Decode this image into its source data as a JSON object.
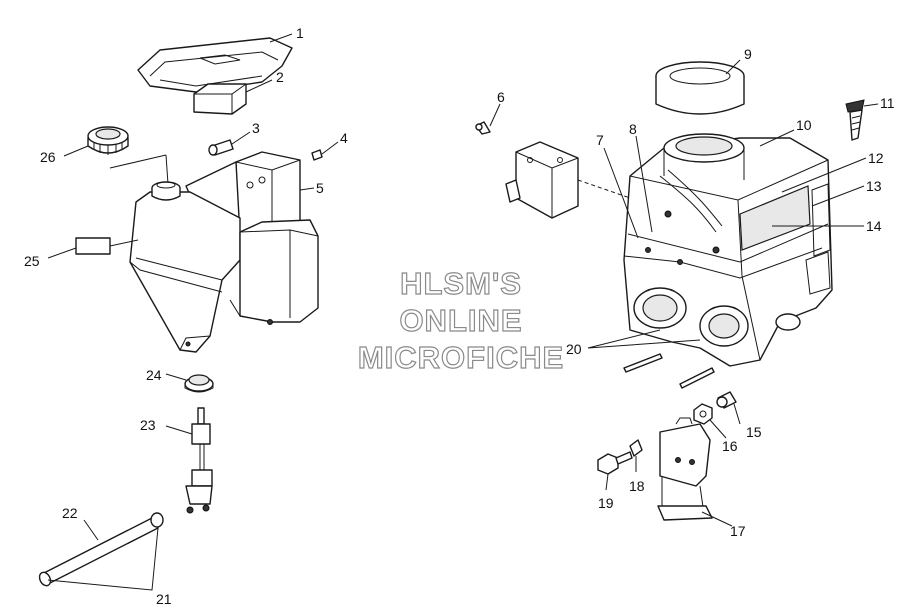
{
  "watermark": {
    "line1": "HLSM'S",
    "line2": "ONLINE",
    "line3": "MICROFICHE"
  },
  "callouts": {
    "c1": "1",
    "c2": "2",
    "c3": "3",
    "c4": "4",
    "c5": "5",
    "c6": "6",
    "c7": "7",
    "c8": "8",
    "c9": "9",
    "c10": "10",
    "c11": "11",
    "c12": "12",
    "c13": "13",
    "c14": "14",
    "c15": "15",
    "c16": "16",
    "c17": "17",
    "c18": "18",
    "c19": "19",
    "c20": "20",
    "c21": "21",
    "c22": "22",
    "c23": "23",
    "c24": "24",
    "c25": "25",
    "c26": "26"
  }
}
